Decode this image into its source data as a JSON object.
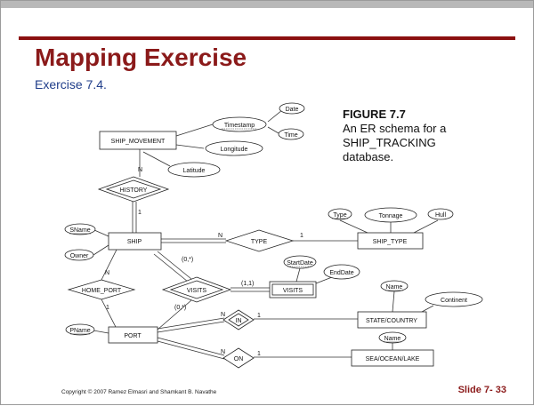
{
  "slide": {
    "title": "Mapping Exercise",
    "subtitle": "Exercise 7.4.",
    "figure_label": "FIGURE 7.7",
    "figure_desc_lines": [
      "An ER schema for a",
      "SHIP_TRACKING",
      "database."
    ],
    "copyright": "Copyright © 2007 Ramez Elmasri and Shamkant B. Navathe",
    "slide_number": "Slide 7- 33"
  },
  "diagram": {
    "entities": {
      "ship_movement": "SHIP_MOVEMENT",
      "ship": "SHIP",
      "ship_type": "SHIP_TYPE",
      "visits_entity": "VISITS",
      "port": "PORT",
      "state_country": "STATE/COUNTRY",
      "sea_ocean_lake": "SEA/OCEAN/LAKE"
    },
    "relationships": {
      "history": "HISTORY",
      "type": "TYPE",
      "home_port": "HOME_PORT",
      "visits": "VISITS",
      "in": "IN",
      "on": "ON"
    },
    "attributes": {
      "date": "Date",
      "time": "Time",
      "timestamp": "Timestamp",
      "longitude": "Longitude",
      "latitude": "Latitude",
      "sname": "SName",
      "owner": "Owner",
      "type_attr": "Type",
      "tonnage": "Tonnage",
      "hull": "Hull",
      "start_date": "StartDate",
      "end_date": "EndDate",
      "state_name": "Name",
      "continent": "Continent",
      "pname": "PName",
      "sea_name": "Name"
    },
    "cardinalities": {
      "history_n": "N",
      "history_1": "1",
      "type_n": "N",
      "type_1": "1",
      "homeport_n": "N",
      "homeport_1": "1",
      "visits_ship": "(0,*)",
      "visits_port": "(0,*)",
      "visits_weak": "(1,1)",
      "in_n": "N",
      "in_1": "1",
      "on_n": "N",
      "on_1": "1"
    }
  }
}
